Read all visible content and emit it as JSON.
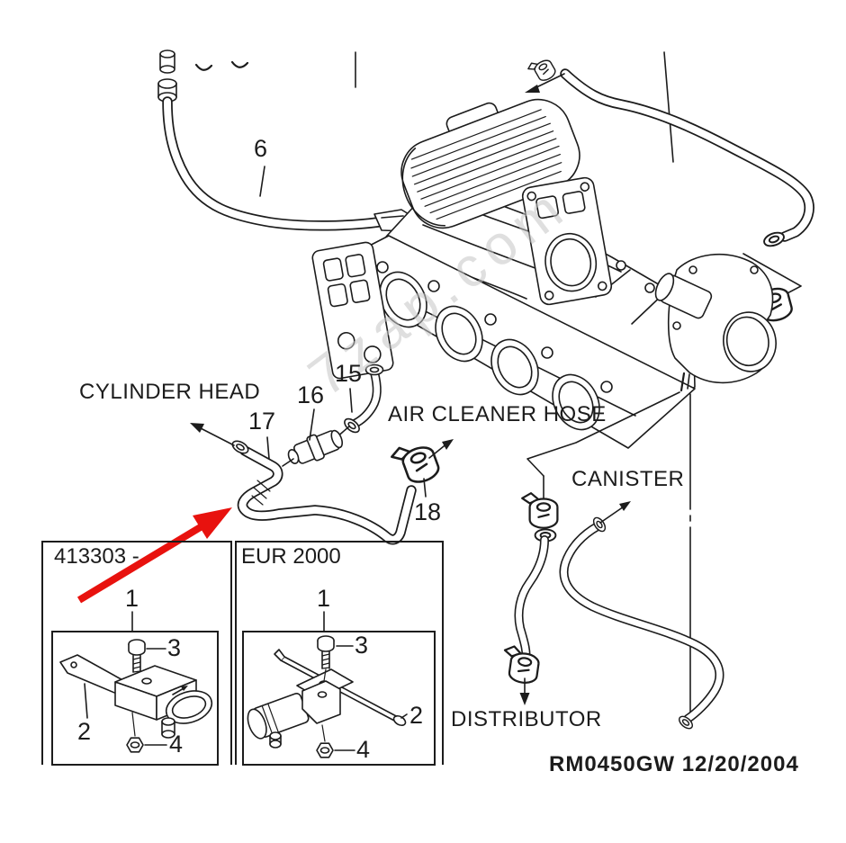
{
  "figure": {
    "type": "engine-vacuum-hose-parts-diagram",
    "watermark": "7zap.com",
    "footer_code": "RM0450GW  12/20/2004",
    "labels": {
      "cylinder_head": "CYLINDER HEAD",
      "air_cleaner_hose": "AIR CLEANER HOSE",
      "canister": "CANISTER",
      "distributor": "DISTRIBUTOR"
    },
    "callouts": {
      "c6": "6",
      "c15": "15",
      "c16": "16",
      "c17": "17",
      "c18": "18"
    },
    "insets": {
      "left": {
        "title": "413303 -",
        "c1": "1",
        "c2": "2",
        "c3": "3",
        "c4": "4"
      },
      "right": {
        "title": "EUR 2000",
        "c1": "1",
        "c2": "2",
        "c3": "3",
        "c4": "4"
      }
    },
    "colors": {
      "line": "#1c1c1c",
      "red_arrow": "#e8120e",
      "watermark": "#c6c6c6"
    }
  }
}
